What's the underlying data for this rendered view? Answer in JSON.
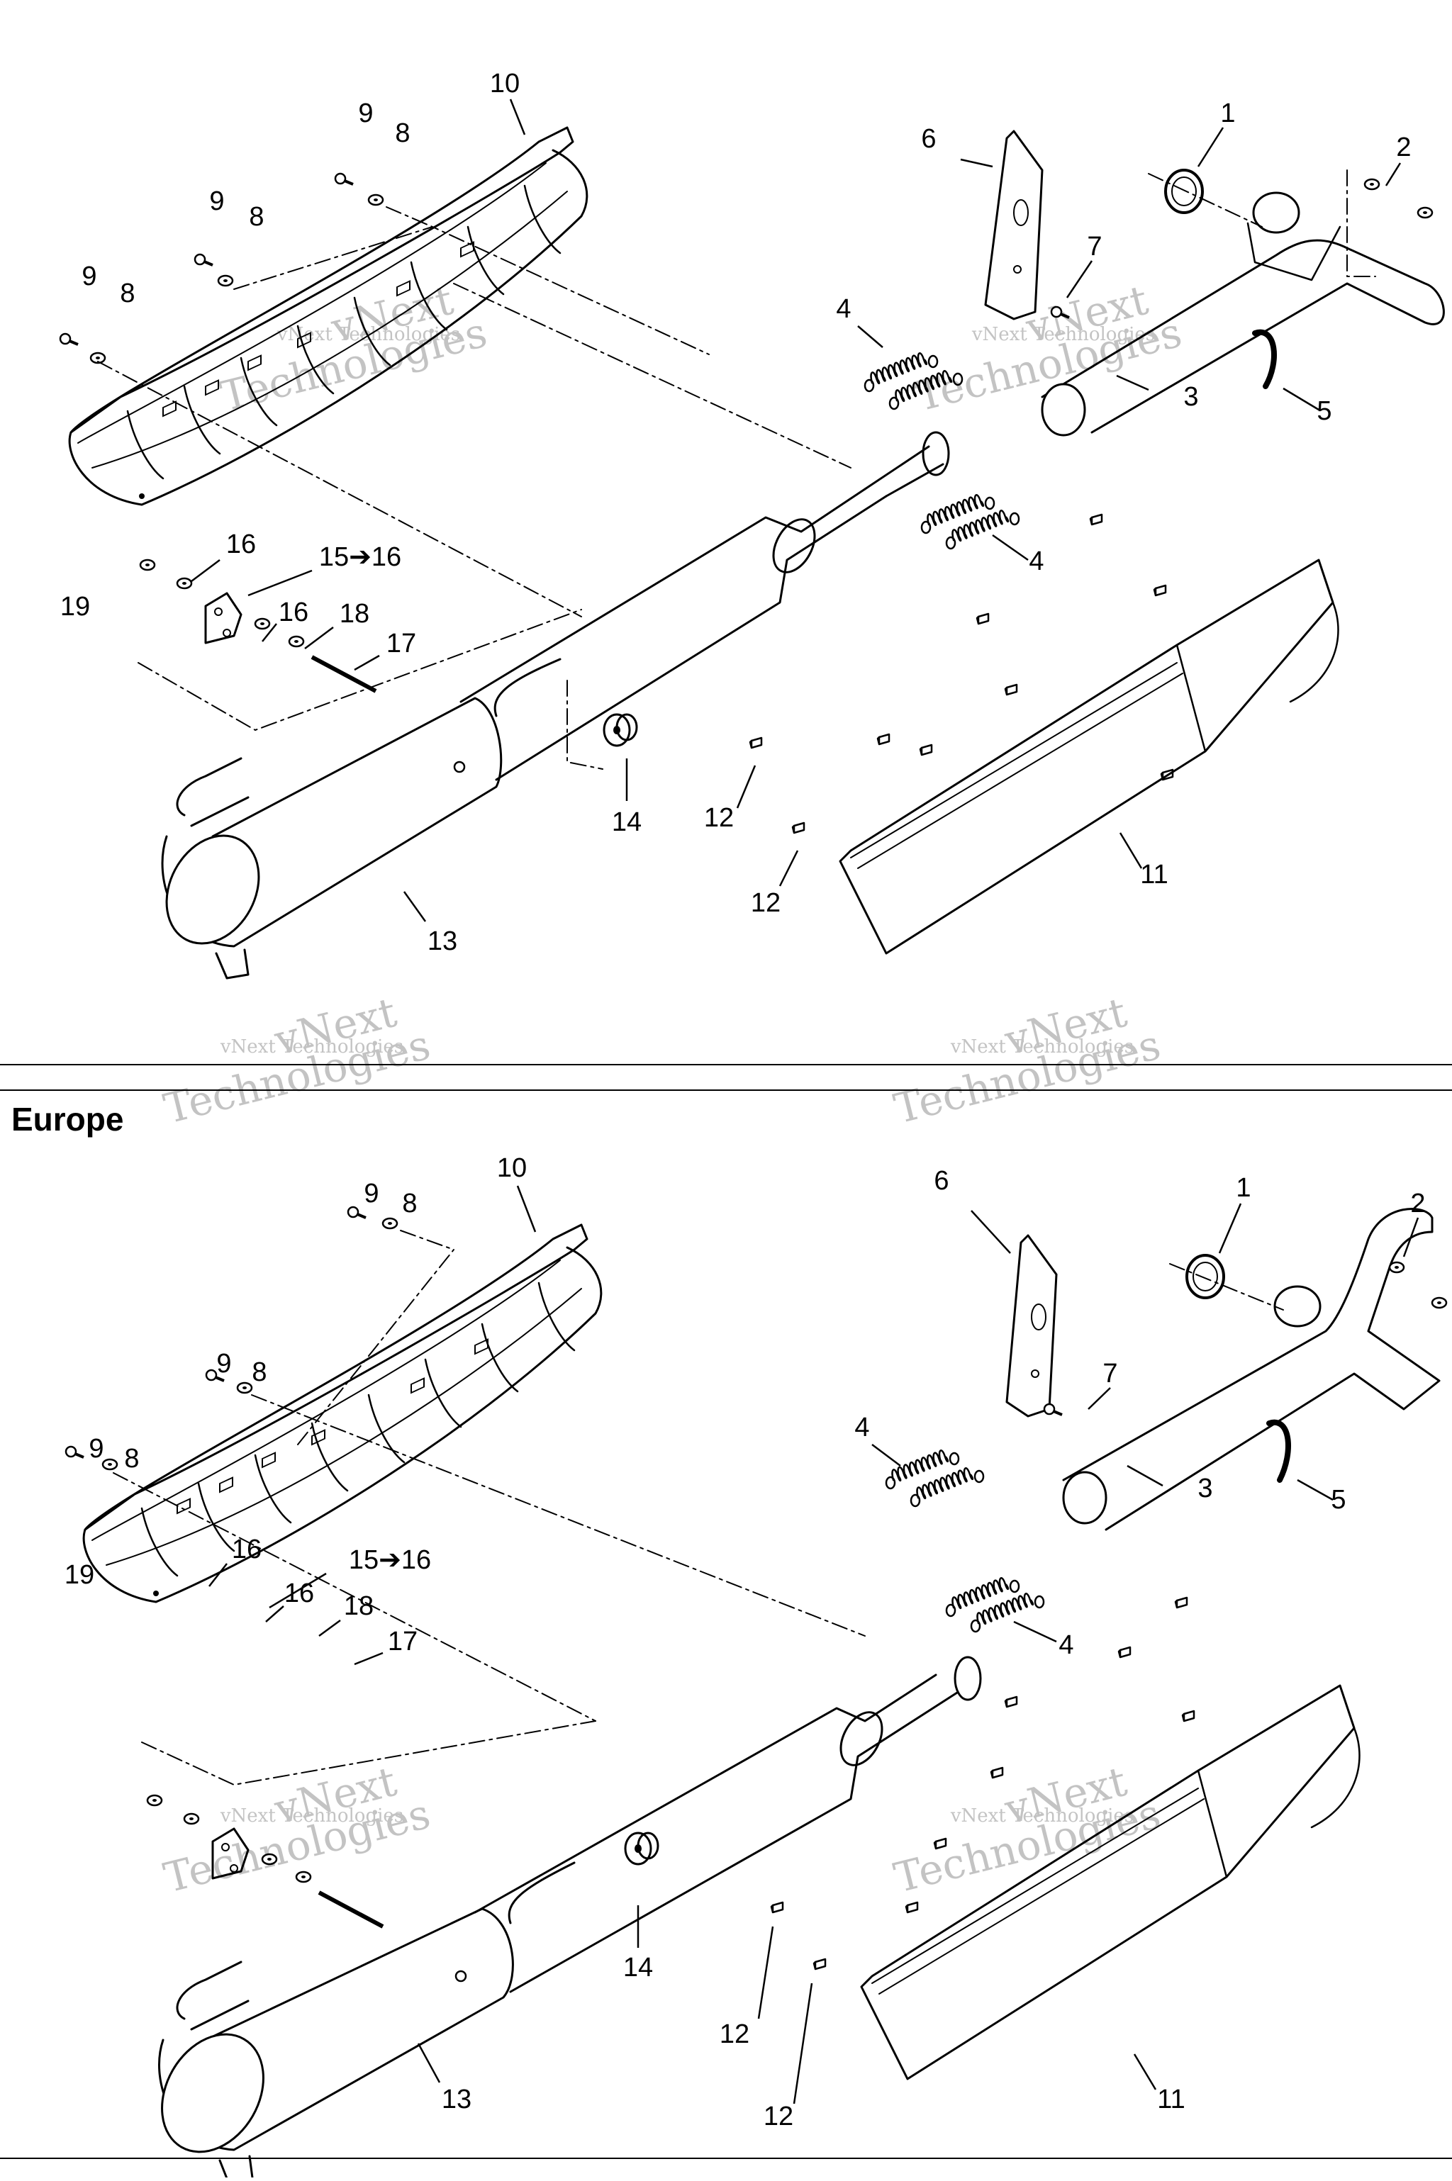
{
  "section_label": "Europe",
  "watermark": {
    "line1": "vNext",
    "line2": "Technologies",
    "line3": "vNext Technologies"
  },
  "callouts": {
    "c1": "1",
    "c2": "2",
    "c3": "3",
    "c4": "4",
    "c5": "5",
    "c6": "6",
    "c7": "7",
    "c8": "8",
    "c9": "9",
    "c10": "10",
    "c11": "11",
    "c12": "12",
    "c13": "13",
    "c14": "14",
    "c15": "15➔16",
    "c16": "16",
    "c17": "17",
    "c18": "18",
    "c19": "19"
  },
  "colors": {
    "line": "#000000",
    "watermark": "#b9b9b9",
    "background": "#ffffff"
  }
}
